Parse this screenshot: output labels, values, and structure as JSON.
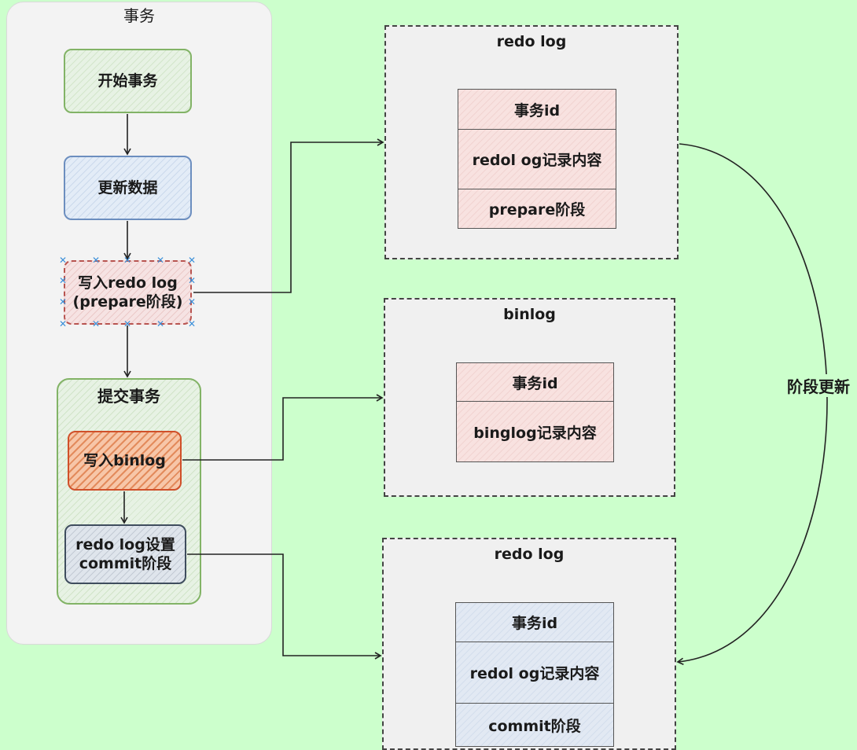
{
  "lane": {
    "title": "事务"
  },
  "steps": {
    "begin": "开始事务",
    "update": "更新数据",
    "write_redo": "写入redo log\n(prepare阶段)",
    "commit_group": "提交事务",
    "write_binlog": "写入binlog",
    "redo_commit": "redo log设置\ncommit阶段"
  },
  "panels": {
    "redo_prepare": {
      "title": "redo log",
      "rows": [
        "事务id",
        "redol og记录内容",
        "prepare阶段"
      ]
    },
    "binlog": {
      "title": "binlog",
      "rows": [
        "事务id",
        "binglog记录内容"
      ]
    },
    "redo_commit": {
      "title": "redo log",
      "rows": [
        "事务id",
        "redol og记录内容",
        "commit阶段"
      ]
    }
  },
  "edge_label": "阶段更新",
  "colors": {
    "background": "#ccffcc",
    "green_stroke": "#82b366",
    "blue_stroke": "#6c8ebf",
    "red_stroke": "#b85450",
    "orange_stroke": "#d0502a"
  }
}
